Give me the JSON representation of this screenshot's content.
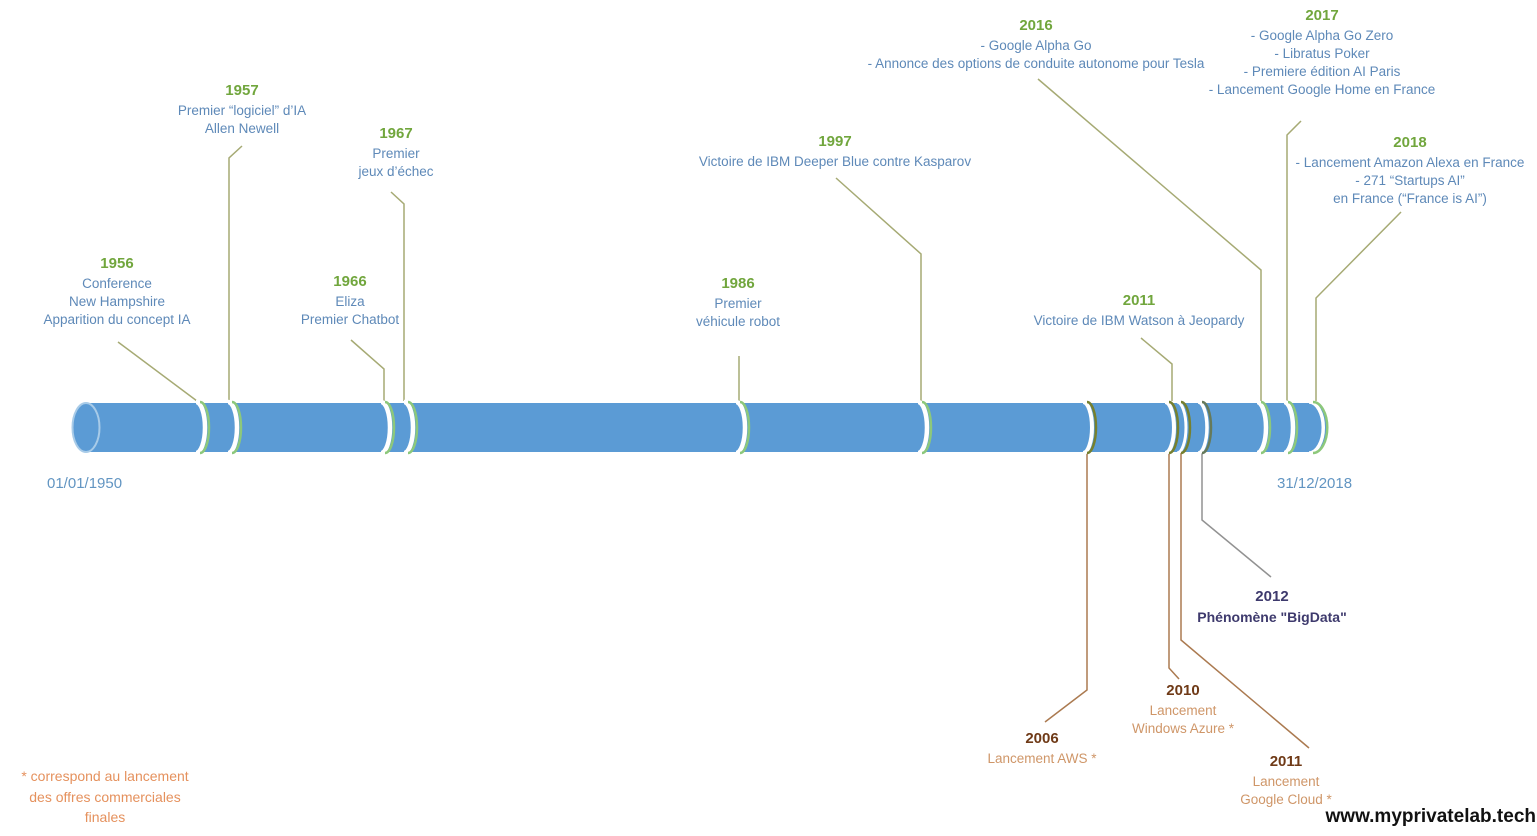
{
  "timeline": {
    "start_label": "01/01/1950",
    "end_label": "31/12/2018"
  },
  "events_above": [
    {
      "year": "1956",
      "lines": [
        "Conference",
        "New Hampshire",
        "Apparition du concept IA"
      ]
    },
    {
      "year": "1957",
      "lines": [
        "Premier “logiciel” d’IA",
        "Allen Newell"
      ]
    },
    {
      "year": "1966",
      "lines": [
        "Eliza",
        "Premier Chatbot"
      ]
    },
    {
      "year": "1967",
      "lines": [
        "Premier",
        "jeux d’échec"
      ]
    },
    {
      "year": "1986",
      "lines": [
        "Premier",
        "véhicule robot"
      ]
    },
    {
      "year": "1997",
      "lines": [
        "Victoire de IBM Deeper Blue contre Kasparov"
      ]
    },
    {
      "year": "2011",
      "lines": [
        "Victoire de IBM Watson à Jeopardy"
      ]
    },
    {
      "year": "2016",
      "lines": [
        "- Google Alpha Go",
        "- Annonce des options de conduite autonome pour Tesla"
      ]
    },
    {
      "year": "2017",
      "lines": [
        "- Google Alpha Go Zero",
        "- Libratus Poker",
        "- Premiere édition AI Paris",
        "- Lancement Google Home en France"
      ]
    },
    {
      "year": "2018",
      "lines": [
        "- Lancement Amazon Alexa en France",
        "- 271 “Startups AI”",
        "en France (“France is AI”)"
      ]
    }
  ],
  "events_below": [
    {
      "year": "2012",
      "lines": [
        "Phénomène \"BigData\""
      ]
    },
    {
      "year": "2006",
      "lines": [
        "Lancement AWS *"
      ]
    },
    {
      "year": "2010",
      "lines": [
        "Lancement",
        "Windows Azure *"
      ]
    },
    {
      "year": "2011",
      "lines": [
        "Lancement",
        "Google Cloud *"
      ]
    }
  ],
  "footnote": {
    "lines": [
      "* correspond au lancement",
      "des offres commerciales",
      "finales"
    ]
  },
  "watermark": "www.myprivatelab.tech",
  "colors": {
    "bar_blue": "#5b9bd5",
    "bar_cap_stroke": "#a8cbe8",
    "ring_green": "#8dc87b",
    "ring_olive": "#76802f",
    "ring_dark": "#667a5a",
    "year_green": "#71a63d",
    "label_blue": "#5e89b8",
    "year_brown": "#6f3a17",
    "label_tan": "#cf9668",
    "label_navy": "#3e3a6d",
    "footnote_orange": "#e5915d",
    "leader_olive": "#a6aa74",
    "leader_brown": "#ab7a50",
    "leader_grey": "#929292",
    "date_blue": "#6295c2"
  }
}
